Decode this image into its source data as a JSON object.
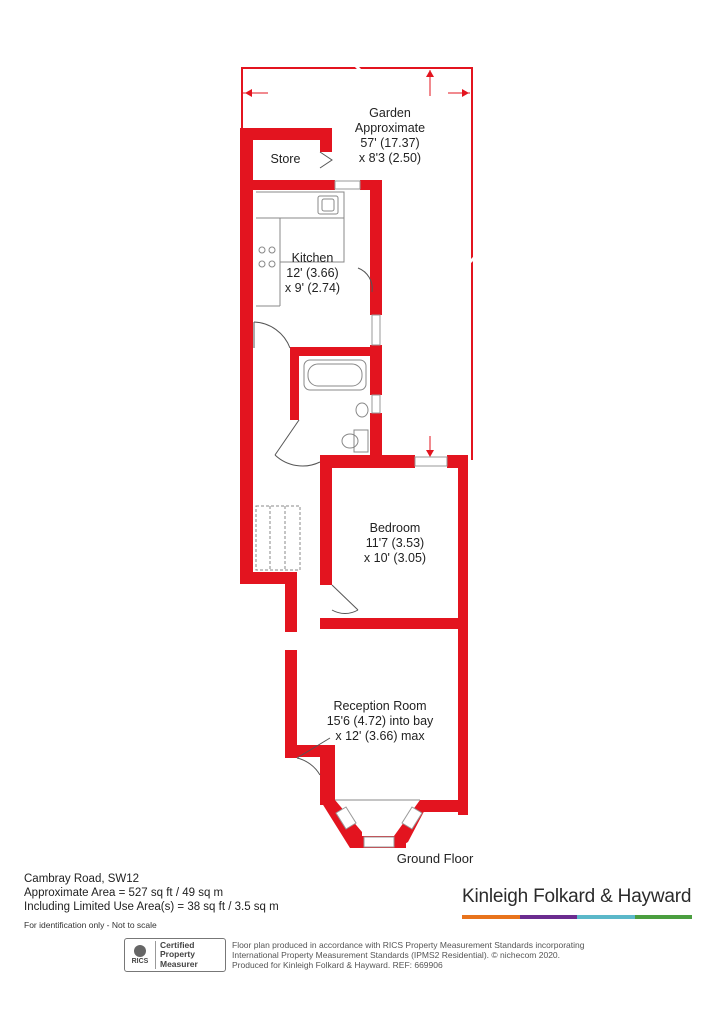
{
  "rooms": {
    "garden": {
      "name": "Garden",
      "line2": "Approximate",
      "dim1": "57' (17.37)",
      "dim2": "x 8'3 (2.50)"
    },
    "store": {
      "name": "Store"
    },
    "kitchen": {
      "name": "Kitchen",
      "dim1": "12' (3.66)",
      "dim2": "x 9' (2.74)"
    },
    "bedroom": {
      "name": "Bedroom",
      "dim1": "11'7 (3.53)",
      "dim2": "x 10' (3.05)"
    },
    "reception": {
      "name": "Reception Room",
      "dim1": "15'6 (4.72) into bay",
      "dim2": "x 12' (3.66) max"
    }
  },
  "floor_title": "Ground Floor",
  "info": {
    "address": "Cambray Road, SW12",
    "approx_area": "Approximate Area = 527 sq ft / 49 sq m",
    "limited_area": "Including Limited Use Area(s) = 38 sq ft / 3.5 sq m",
    "note": "For identification only - Not to scale"
  },
  "brand": {
    "name": "Kinleigh Folkard & Hayward",
    "bar_colors": [
      "#e8731c",
      "#6b2c8f",
      "#5bb8c9",
      "#4a9e3f"
    ]
  },
  "rics": {
    "logo_text": "RICS",
    "line1": "Certified",
    "line2": "Property",
    "line3": "Measurer"
  },
  "disclaimer": {
    "line1": "Floor plan produced in accordance with RICS Property Measurement Standards incorporating",
    "line2": "International Property Measurement Standards (IPMS2 Residential).  © nichecom 2020.",
    "line3": "Produced for Kinleigh Folkard & Hayward.   REF: 669906"
  },
  "colors": {
    "wall": "#e3141f",
    "fixture": "#888888",
    "garden_line": "#e3141f"
  }
}
